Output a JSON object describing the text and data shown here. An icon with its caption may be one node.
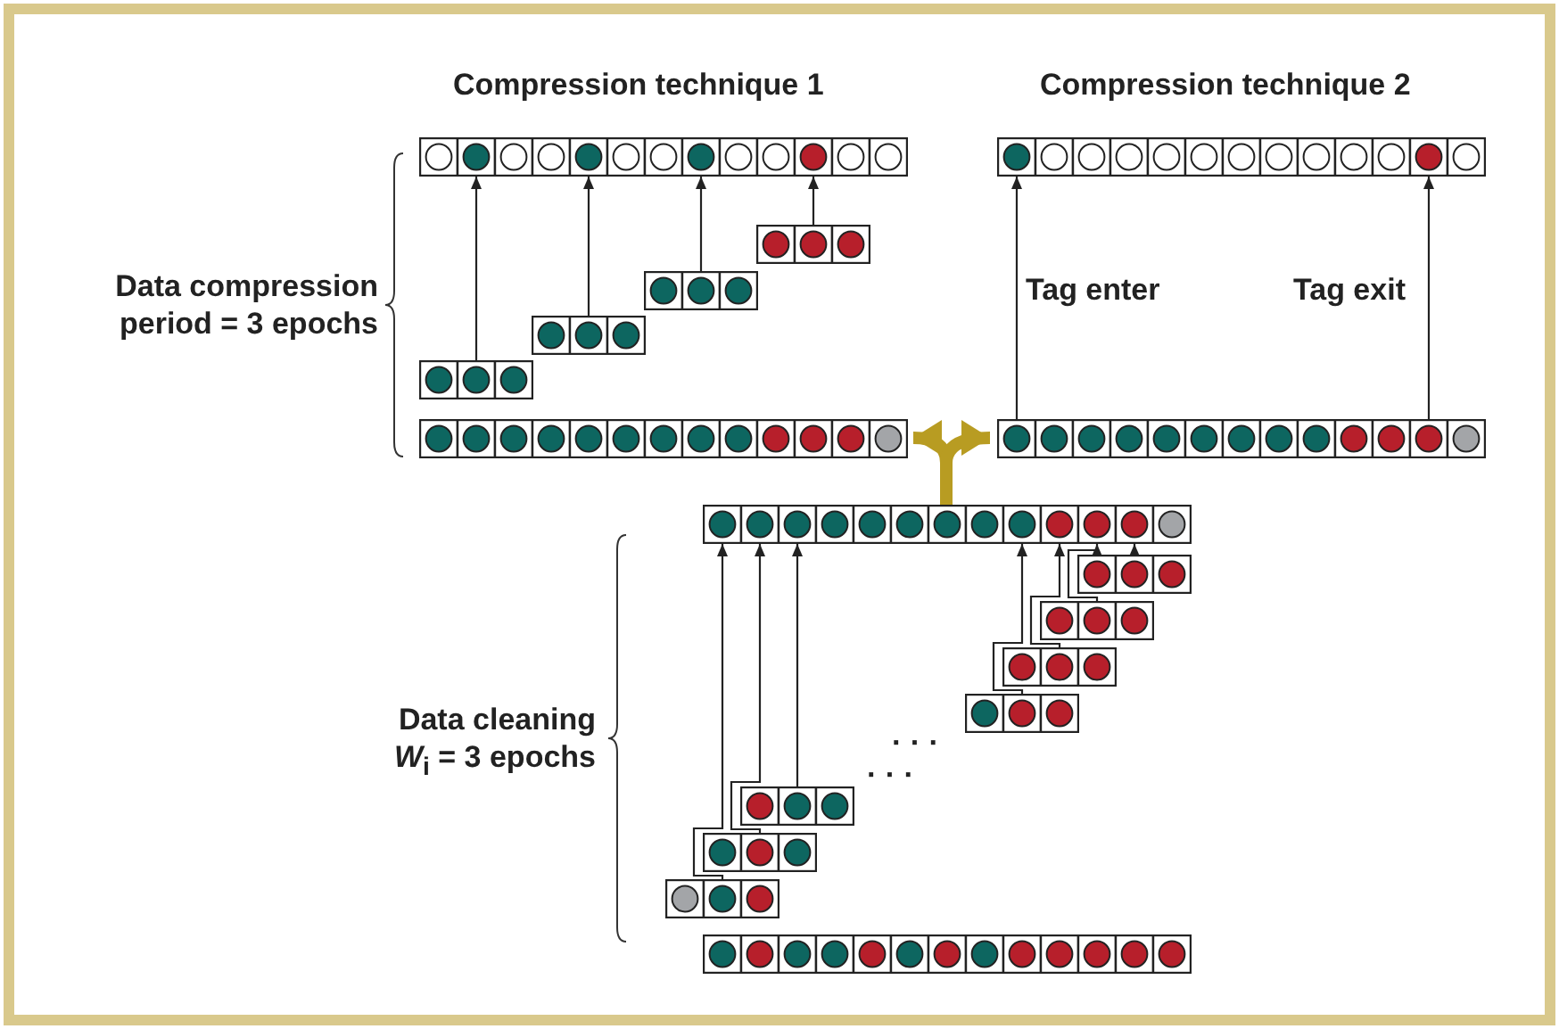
{
  "diagram": {
    "nodes": [
      {
        "text": [],
        "shape": "bar"
      },
      {
        "text": [],
        "shape": "bar"
      },
      {
        "text": [],
        "shape": "bar"
      },
      {
        "text": [],
        "shape": "bar"
      },
      {
        "text": [],
        "shape": "bar"
      },
      {
        "text": [],
        "shape": "bar"
      },
      {
        "text": [],
        "shape": "bar"
      },
      {
        "text": [],
        "shape": "bar"
      },
      {
        "text": [],
        "shape": "bar"
      },
      {
        "text": [],
        "shape": "bar"
      },
      {
        "text": [],
        "shape": "bar"
      },
      {
        "text": [],
        "shape": "bar"
      },
      {
        "text": [],
        "shape": "bar"
      },
      {
        "text": [],
        "shape": "bar"
      },
      {
        "text": [],
        "shape": "bar"
      },
      {
        "text": [],
        "shape": "bar"
      },
      {
        "text": [],
        "shape": "bar"
      }
    ],
    "edges": [
      {
        "from": 5,
        "to": 0,
        "arrow": "to"
      },
      {
        "from": 4,
        "to": 0,
        "arrow": "to"
      },
      {
        "from": 3,
        "to": 0,
        "arrow": "to"
      },
      {
        "from": 2,
        "to": 0,
        "arrow": "to"
      },
      {
        "from": 7,
        "to": 1,
        "arrow": "to",
        "label": "Tag enter"
      },
      {
        "from": 7,
        "to": 1,
        "arrow": "to",
        "label": "Tag exit"
      },
      {
        "from": 8,
        "to": 6,
        "arrow": "to",
        "style": "thick",
        "color": "#b89c22"
      },
      {
        "from": 8,
        "to": 7,
        "arrow": "to",
        "style": "thick",
        "color": "#b89c22"
      },
      {
        "from": 15,
        "to": 8,
        "arrow": "to"
      },
      {
        "from": 14,
        "to": 8,
        "arrow": "to"
      },
      {
        "from": 13,
        "to": 8,
        "arrow": "to"
      },
      {
        "from": 12,
        "to": 8,
        "arrow": "to"
      },
      {
        "from": 11,
        "to": 8,
        "arrow": "to"
      },
      {
        "from": 10,
        "to": 8,
        "arrow": "to"
      },
      {
        "from": 9,
        "to": 8,
        "arrow": "to"
      }
    ],
    "labels": [
      "Compression technique 1",
      "Compression technique 2",
      "Data compression period = 3 epochs",
      "· · ·",
      "Data cleaning *W*$_{i}$ = 3 epochs",
      "· · ·"
    ]
  }
}
